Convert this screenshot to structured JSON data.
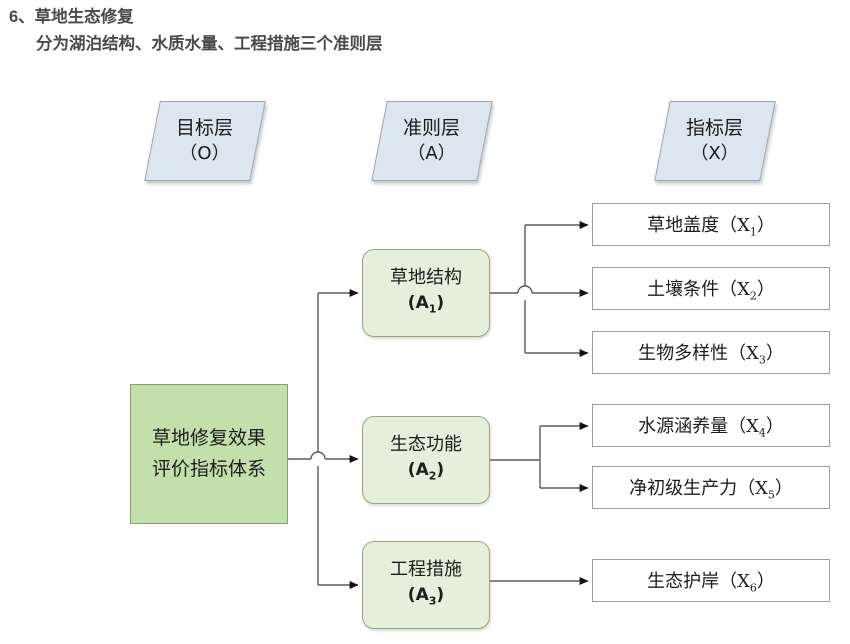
{
  "heading": {
    "line1": "6、草地生态修复",
    "line2": "分为湖泊结构、水质水量、工程措施三个准则层"
  },
  "layer_tags": [
    {
      "name": "goal",
      "title": "目标层",
      "code": "（O）"
    },
    {
      "name": "criteria",
      "title": "准则层",
      "code": "（A）"
    },
    {
      "name": "index",
      "title": "指标层",
      "code": "（X）"
    }
  ],
  "goal": {
    "label": "草地修复效果评价指标体系"
  },
  "criteria": [
    {
      "label": "草地结构",
      "code": "A",
      "sub": "1"
    },
    {
      "label": "生态功能",
      "code": "A",
      "sub": "2"
    },
    {
      "label": "工程措施",
      "code": "A",
      "sub": "3"
    }
  ],
  "indicators": [
    {
      "label": "草地盖度（X",
      "sub": "1",
      "tail": "）",
      "parent": "A1"
    },
    {
      "label": "土壤条件（X",
      "sub": "2",
      "tail": "）",
      "parent": "A1"
    },
    {
      "label": "生物多样性（X",
      "sub": "3",
      "tail": "）",
      "parent": "A1"
    },
    {
      "label": "水源涵养量（X",
      "sub": "4",
      "tail": "）",
      "parent": "A2"
    },
    {
      "label": "净初级生产力（X",
      "sub": "5",
      "tail": "）",
      "parent": "A2"
    },
    {
      "label": "生态护岸（X",
      "sub": "6",
      "tail": "）",
      "parent": "A3"
    }
  ],
  "colors": {
    "tag_fill": "#dce6f1",
    "tag_border": "#9aa7b5",
    "goal_fill": "#c3dfac",
    "goal_border": "#7ea568",
    "criteria_fill": "#e6efdb",
    "criteria_border": "#93a882",
    "indicator_fill": "#ffffff",
    "indicator_border": "#9e9e9e",
    "connector": "#5a5a5a",
    "heading_text": "#4a4a4a"
  }
}
